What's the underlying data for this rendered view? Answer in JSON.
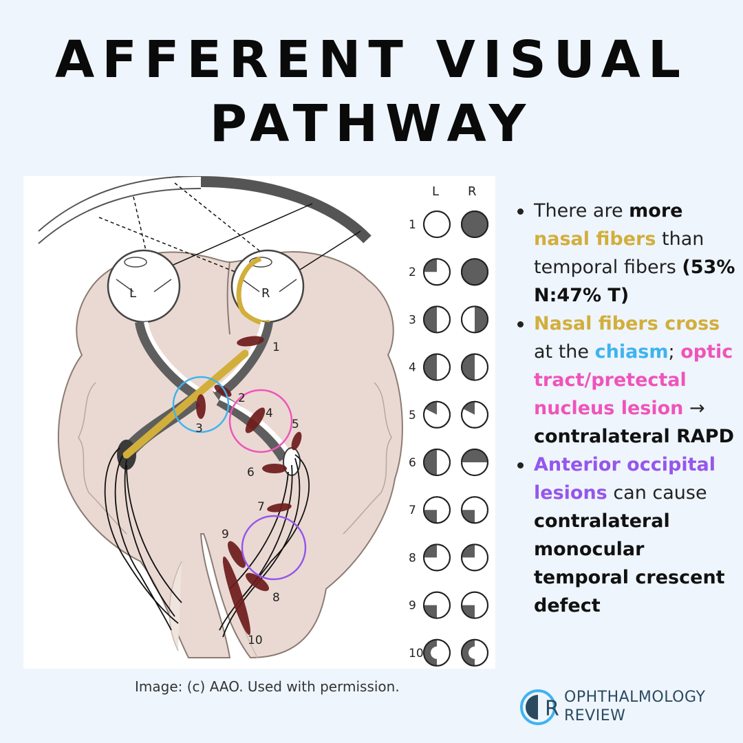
{
  "title": {
    "line1": "AFFERENT VISUAL",
    "line2": "PATHWAY"
  },
  "diagram": {
    "eye_left": "L",
    "eye_right": "R",
    "col_left": "L",
    "col_right": "R",
    "lesion_labels": [
      "1",
      "2",
      "3",
      "4",
      "5",
      "6",
      "7",
      "8",
      "9",
      "10"
    ],
    "row_labels": [
      "1",
      "2",
      "3",
      "4",
      "5",
      "6",
      "7",
      "8",
      "9",
      "10"
    ]
  },
  "bullets": {
    "b1": {
      "p1": "There are ",
      "p2": "more",
      "p3": "nasal fibers",
      "p4": " than temporal fibers ",
      "p5": "(53% N:47% T)"
    },
    "b2": {
      "p1": "Nasal fibers cross",
      "p2": " at the ",
      "p3": "chiasm",
      "p4": "; ",
      "p5": "optic tract/pretectal nucleus lesion",
      "p6": " → ",
      "p7": "contralateral RAPD"
    },
    "b3": {
      "p1": "Anterior occipital lesions",
      "p2": " can cause ",
      "p3": "contralateral monocular temporal crescent defect"
    }
  },
  "credit": "Image: (c) AAO. Used with permission.",
  "logo": {
    "mark": "R",
    "line1": "OPHTHALMOLOGY",
    "line2": "REVIEW"
  },
  "colors": {
    "background": "#eef5fd",
    "gold": "#d2ae3b",
    "blue": "#3fb3ef",
    "pink": "#ef54ba",
    "purple": "#9556ec",
    "lesion": "#6e1c1c"
  }
}
